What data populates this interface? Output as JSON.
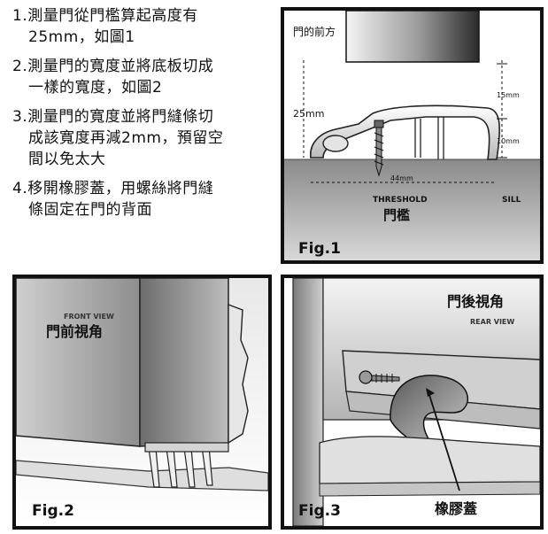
{
  "steps": [
    {
      "line1": "1.測量門從門檻算起高度有",
      "line2": "25mm，如圖1"
    },
    {
      "line1": "2.測量門的寬度並將底板切成",
      "line2": "一樣的寬度，如圖2"
    },
    {
      "line1": "3.測量門的寬度並將門縫條切",
      "line2": "成該寬度再減2mm，預留空",
      "line3": "間以免太大"
    },
    {
      "line1": "4.移開橡膠蓋，用螺絲將門縫",
      "line2": "條固定在門的背面"
    }
  ],
  "fig1": {
    "label": "Fig.1",
    "door_front": "門的前方",
    "dim_25": "25mm",
    "dim_15": "15mm",
    "dim_10": "10mm",
    "dim_44": "44mm",
    "threshold_en": "THRESHOLD",
    "threshold_zh": "門檻",
    "sill": "SILL"
  },
  "fig2": {
    "label": "Fig.2",
    "view_en": "FRONT VIEW",
    "view_zh": "門前視角"
  },
  "fig3": {
    "label": "Fig.3",
    "view_zh": "門後視角",
    "view_en": "REAR VIEW",
    "rubber_cap": "橡膠蓋"
  }
}
